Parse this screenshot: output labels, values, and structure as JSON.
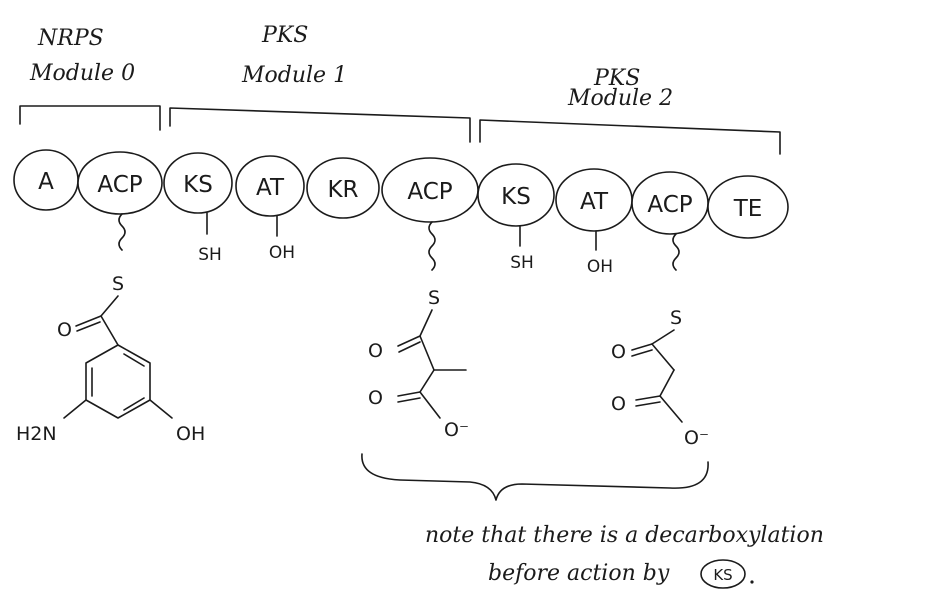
{
  "modules": [
    {
      "type": "NRPS",
      "name": "Module 0"
    },
    {
      "type": "PKS",
      "name": "Module 1"
    },
    {
      "type": "PKS",
      "name": "Module 2"
    }
  ],
  "domains": [
    {
      "label": "A"
    },
    {
      "label": "ACP"
    },
    {
      "label": "KS",
      "sub": "SH"
    },
    {
      "label": "AT",
      "sub": "OH"
    },
    {
      "label": "KR"
    },
    {
      "label": "ACP"
    },
    {
      "label": "KS",
      "sub": "SH"
    },
    {
      "label": "AT",
      "sub": "OH"
    },
    {
      "label": "ACP"
    },
    {
      "label": "TE"
    }
  ],
  "chemistry": {
    "s": "S",
    "o": "O",
    "nh2": "H2N",
    "oh": "OH",
    "ominus": "O⁻"
  },
  "note": {
    "line1": "note that there is a decarboxylation",
    "line2": "before action by",
    "ref": "KS"
  }
}
